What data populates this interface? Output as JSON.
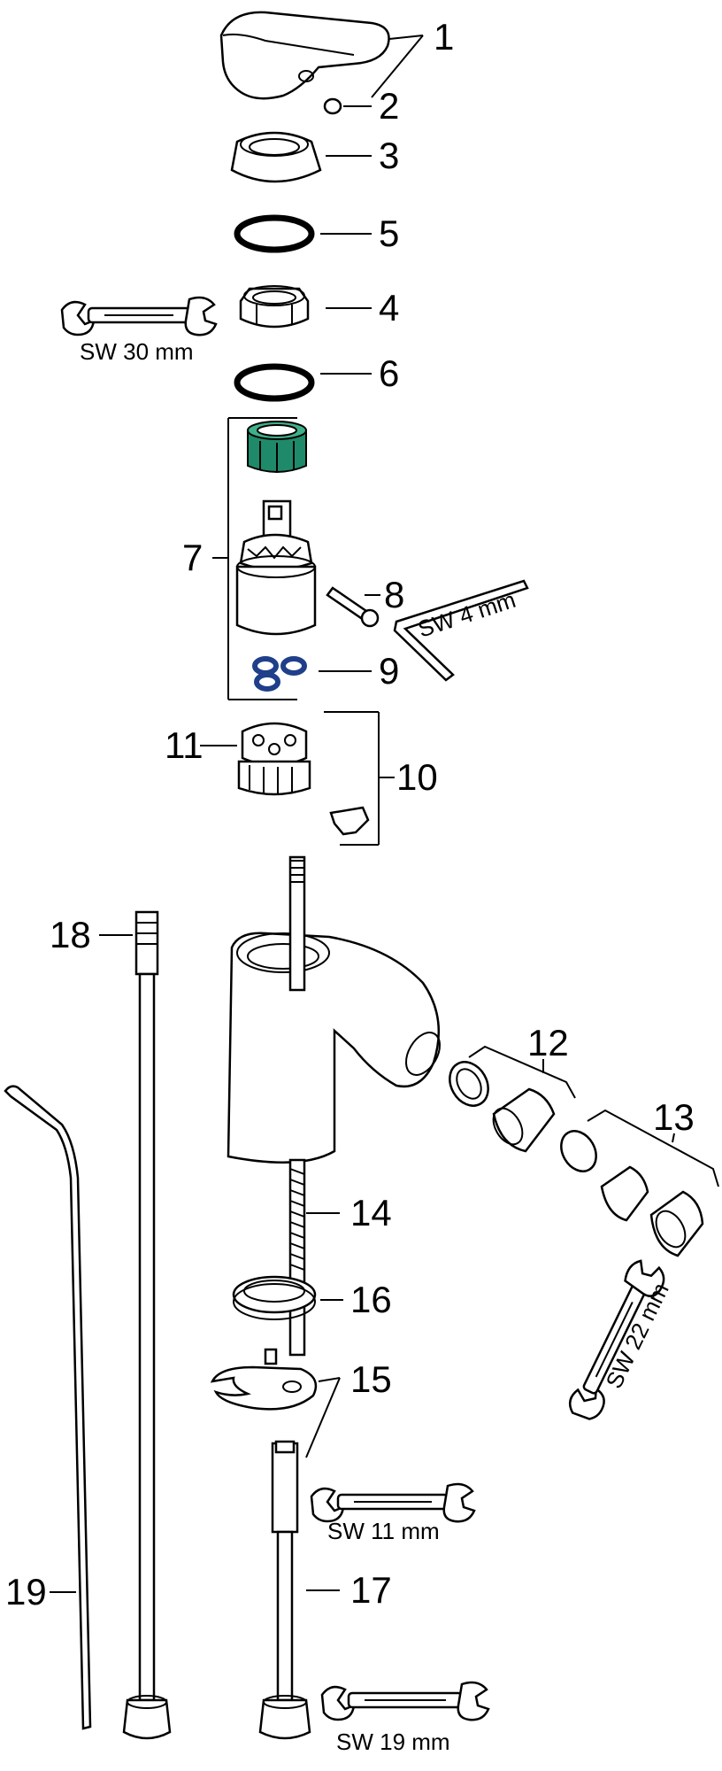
{
  "part_numbers": [
    "1",
    "2",
    "3",
    "5",
    "4",
    "6",
    "7",
    "8",
    "9",
    "11",
    "10",
    "18",
    "12",
    "13",
    "14",
    "16",
    "15",
    "19",
    "17"
  ],
  "tool_labels": {
    "sw30": "SW 30 mm",
    "sw4": "SW 4 mm",
    "sw22": "SW 22 mm",
    "sw11": "SW 11 mm",
    "sw19": "SW 19 mm"
  },
  "colors": {
    "cartridge_nut": "#1f8a6a",
    "o_ring_seals": "#1f3f8a"
  },
  "icons": [
    "wrench-icon",
    "allen-key-icon"
  ]
}
